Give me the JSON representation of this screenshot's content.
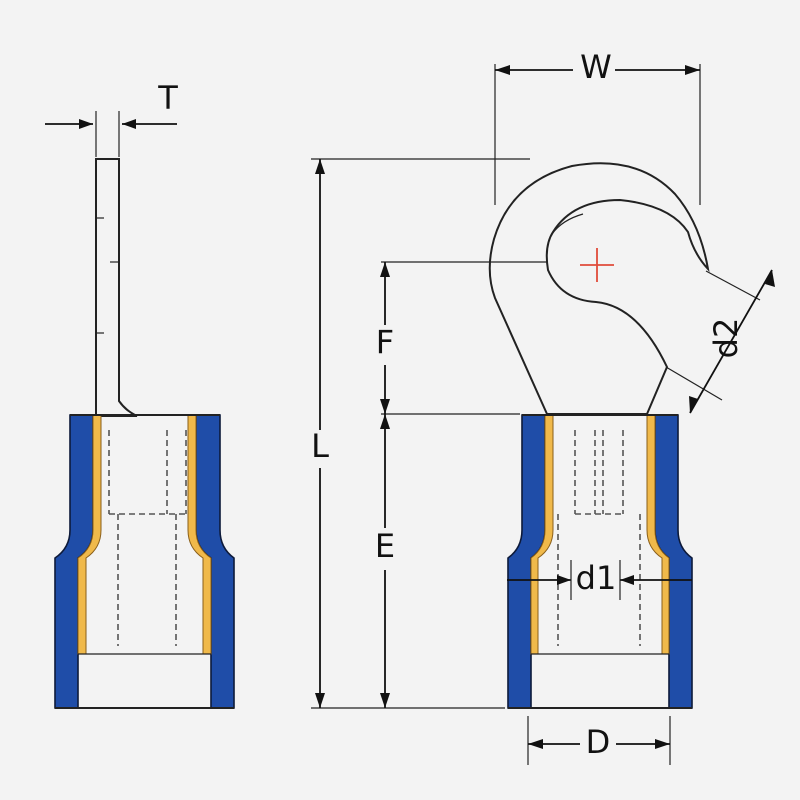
{
  "labels": {
    "T": "T",
    "W": "W",
    "L": "L",
    "F": "F",
    "E": "E",
    "d2": "d2",
    "d1": "d1",
    "D": "D"
  },
  "colors": {
    "background": "#f3f3f3",
    "insulation_blue": "#1f4da8",
    "sleeve_gold": "#f0b94a",
    "center_mark_red": "#e04b3a",
    "line": "#222222"
  },
  "icons": {
    "center_mark": "plus-mark"
  }
}
